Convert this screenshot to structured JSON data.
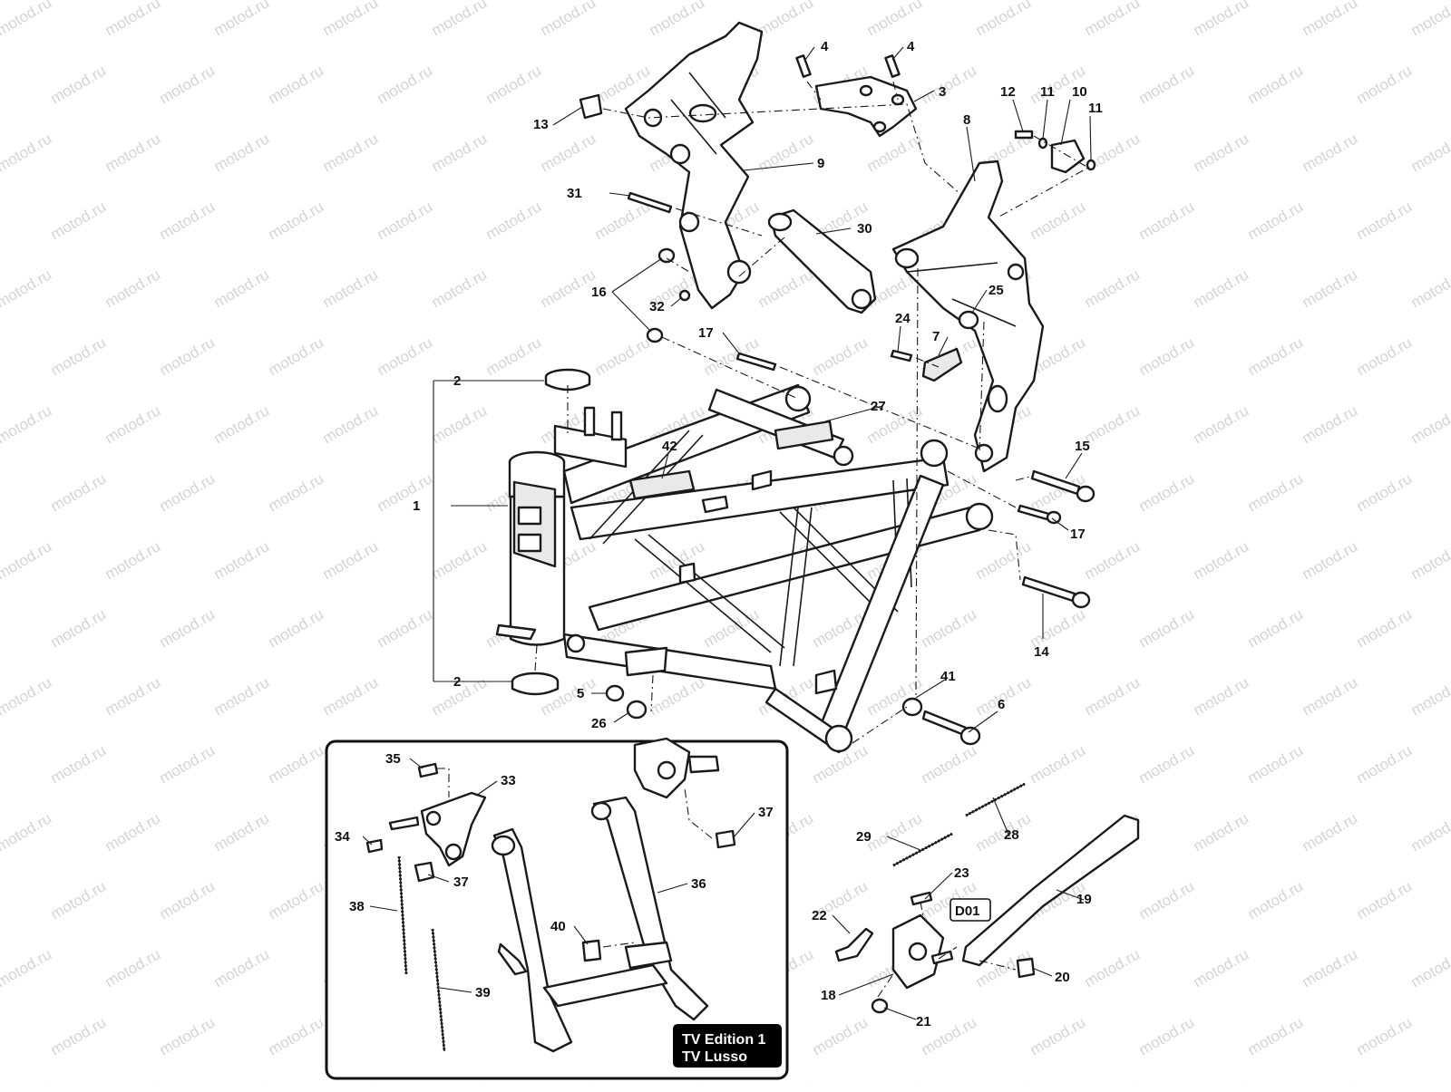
{
  "watermark": {
    "text": "motod.ru",
    "color": "#d4d4d4"
  },
  "callouts": [
    {
      "id": "1",
      "label": "1"
    },
    {
      "id": "2a",
      "label": "2"
    },
    {
      "id": "2b",
      "label": "2"
    },
    {
      "id": "3",
      "label": "3"
    },
    {
      "id": "4a",
      "label": "4"
    },
    {
      "id": "4b",
      "label": "4"
    },
    {
      "id": "5",
      "label": "5"
    },
    {
      "id": "6",
      "label": "6"
    },
    {
      "id": "7",
      "label": "7"
    },
    {
      "id": "8",
      "label": "8"
    },
    {
      "id": "9",
      "label": "9"
    },
    {
      "id": "10",
      "label": "10"
    },
    {
      "id": "11a",
      "label": "11"
    },
    {
      "id": "11b",
      "label": "11"
    },
    {
      "id": "12",
      "label": "12"
    },
    {
      "id": "13",
      "label": "13"
    },
    {
      "id": "14",
      "label": "14"
    },
    {
      "id": "15",
      "label": "15"
    },
    {
      "id": "16",
      "label": "16"
    },
    {
      "id": "17a",
      "label": "17"
    },
    {
      "id": "17b",
      "label": "17"
    },
    {
      "id": "18",
      "label": "18"
    },
    {
      "id": "19",
      "label": "19"
    },
    {
      "id": "20",
      "label": "20"
    },
    {
      "id": "21",
      "label": "21"
    },
    {
      "id": "22",
      "label": "22"
    },
    {
      "id": "23",
      "label": "23"
    },
    {
      "id": "24",
      "label": "24"
    },
    {
      "id": "25",
      "label": "25"
    },
    {
      "id": "26",
      "label": "26"
    },
    {
      "id": "27",
      "label": "27"
    },
    {
      "id": "28",
      "label": "28"
    },
    {
      "id": "29",
      "label": "29"
    },
    {
      "id": "30",
      "label": "30"
    },
    {
      "id": "31",
      "label": "31"
    },
    {
      "id": "32",
      "label": "32"
    },
    {
      "id": "33",
      "label": "33"
    },
    {
      "id": "34",
      "label": "34"
    },
    {
      "id": "35",
      "label": "35"
    },
    {
      "id": "36",
      "label": "36"
    },
    {
      "id": "37a",
      "label": "37"
    },
    {
      "id": "37b",
      "label": "37"
    },
    {
      "id": "38",
      "label": "38"
    },
    {
      "id": "39",
      "label": "39"
    },
    {
      "id": "40",
      "label": "40"
    },
    {
      "id": "41",
      "label": "41"
    },
    {
      "id": "42",
      "label": "42"
    }
  ],
  "detail_tag": {
    "label": "D01"
  },
  "inset": {
    "line1": "TV Edition 1",
    "line2": "TV Lusso",
    "badge_bg": "#000000",
    "badge_fg": "#ffffff"
  }
}
